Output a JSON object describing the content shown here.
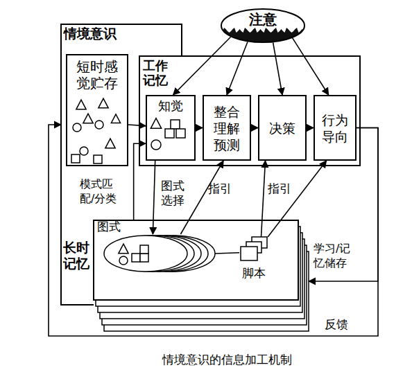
{
  "diagram": {
    "caption": "情境意识的信息加工机制",
    "nodes": [
      {
        "text": [
          "情境意识"
        ]
      },
      {
        "text": [
          "短时感 觉贮存"
        ],
        "in": 0
      },
      {
        "text": [
          "工作 记忆"
        ],
        "in": 0
      },
      {
        "text": [
          "知觉"
        ],
        "in": 2
      },
      {
        "text": [
          "整合 理解 预测"
        ],
        "in": 2
      },
      {
        "text": [
          "决策"
        ],
        "in": 2
      },
      {
        "text": [
          "行为 导向"
        ],
        "in": 2
      },
      {
        "text": [
          "注意"
        ]
      },
      {
        "text": [
          "长时 记忆"
        ]
      },
      {
        "text": [
          "图式"
        ],
        "in": 8
      },
      {
        "text": [
          "脚本"
        ],
        "in": 8
      }
    ],
    "edges": [
      {
        "from": 1,
        "to": 3,
        "arrow": "to"
      },
      {
        "from": 3,
        "to": 4,
        "arrow": "to"
      },
      {
        "from": 4,
        "to": 5,
        "arrow": "to"
      },
      {
        "from": 5,
        "to": 6,
        "arrow": "to"
      },
      {
        "from": 7,
        "to": 3,
        "arrow": "to"
      },
      {
        "from": 7,
        "to": 4,
        "arrow": "to"
      },
      {
        "from": 7,
        "to": 5,
        "arrow": "to"
      },
      {
        "from": 7,
        "to": 6,
        "arrow": "to"
      },
      {
        "from": 3,
        "to": 9,
        "arrow": "to",
        "label": "图式 选择"
      },
      {
        "from": 8,
        "to": 3,
        "arrow": "to",
        "label": "模式匹 配/分类"
      },
      {
        "from": 9,
        "to": 4,
        "arrow": "to",
        "label": "指引"
      },
      {
        "from": 10,
        "to": 5,
        "arrow": "to",
        "label": "指引"
      },
      {
        "from": 10,
        "to": 6,
        "arrow": "to"
      },
      {
        "from": 9,
        "to": 10,
        "arrow": "none"
      },
      {
        "from": 6,
        "to": 0,
        "arrow": "to",
        "label": "反馈"
      },
      {
        "from": 6,
        "to": 8,
        "arrow": "to",
        "label": "学习/记 忆储存"
      }
    ]
  }
}
